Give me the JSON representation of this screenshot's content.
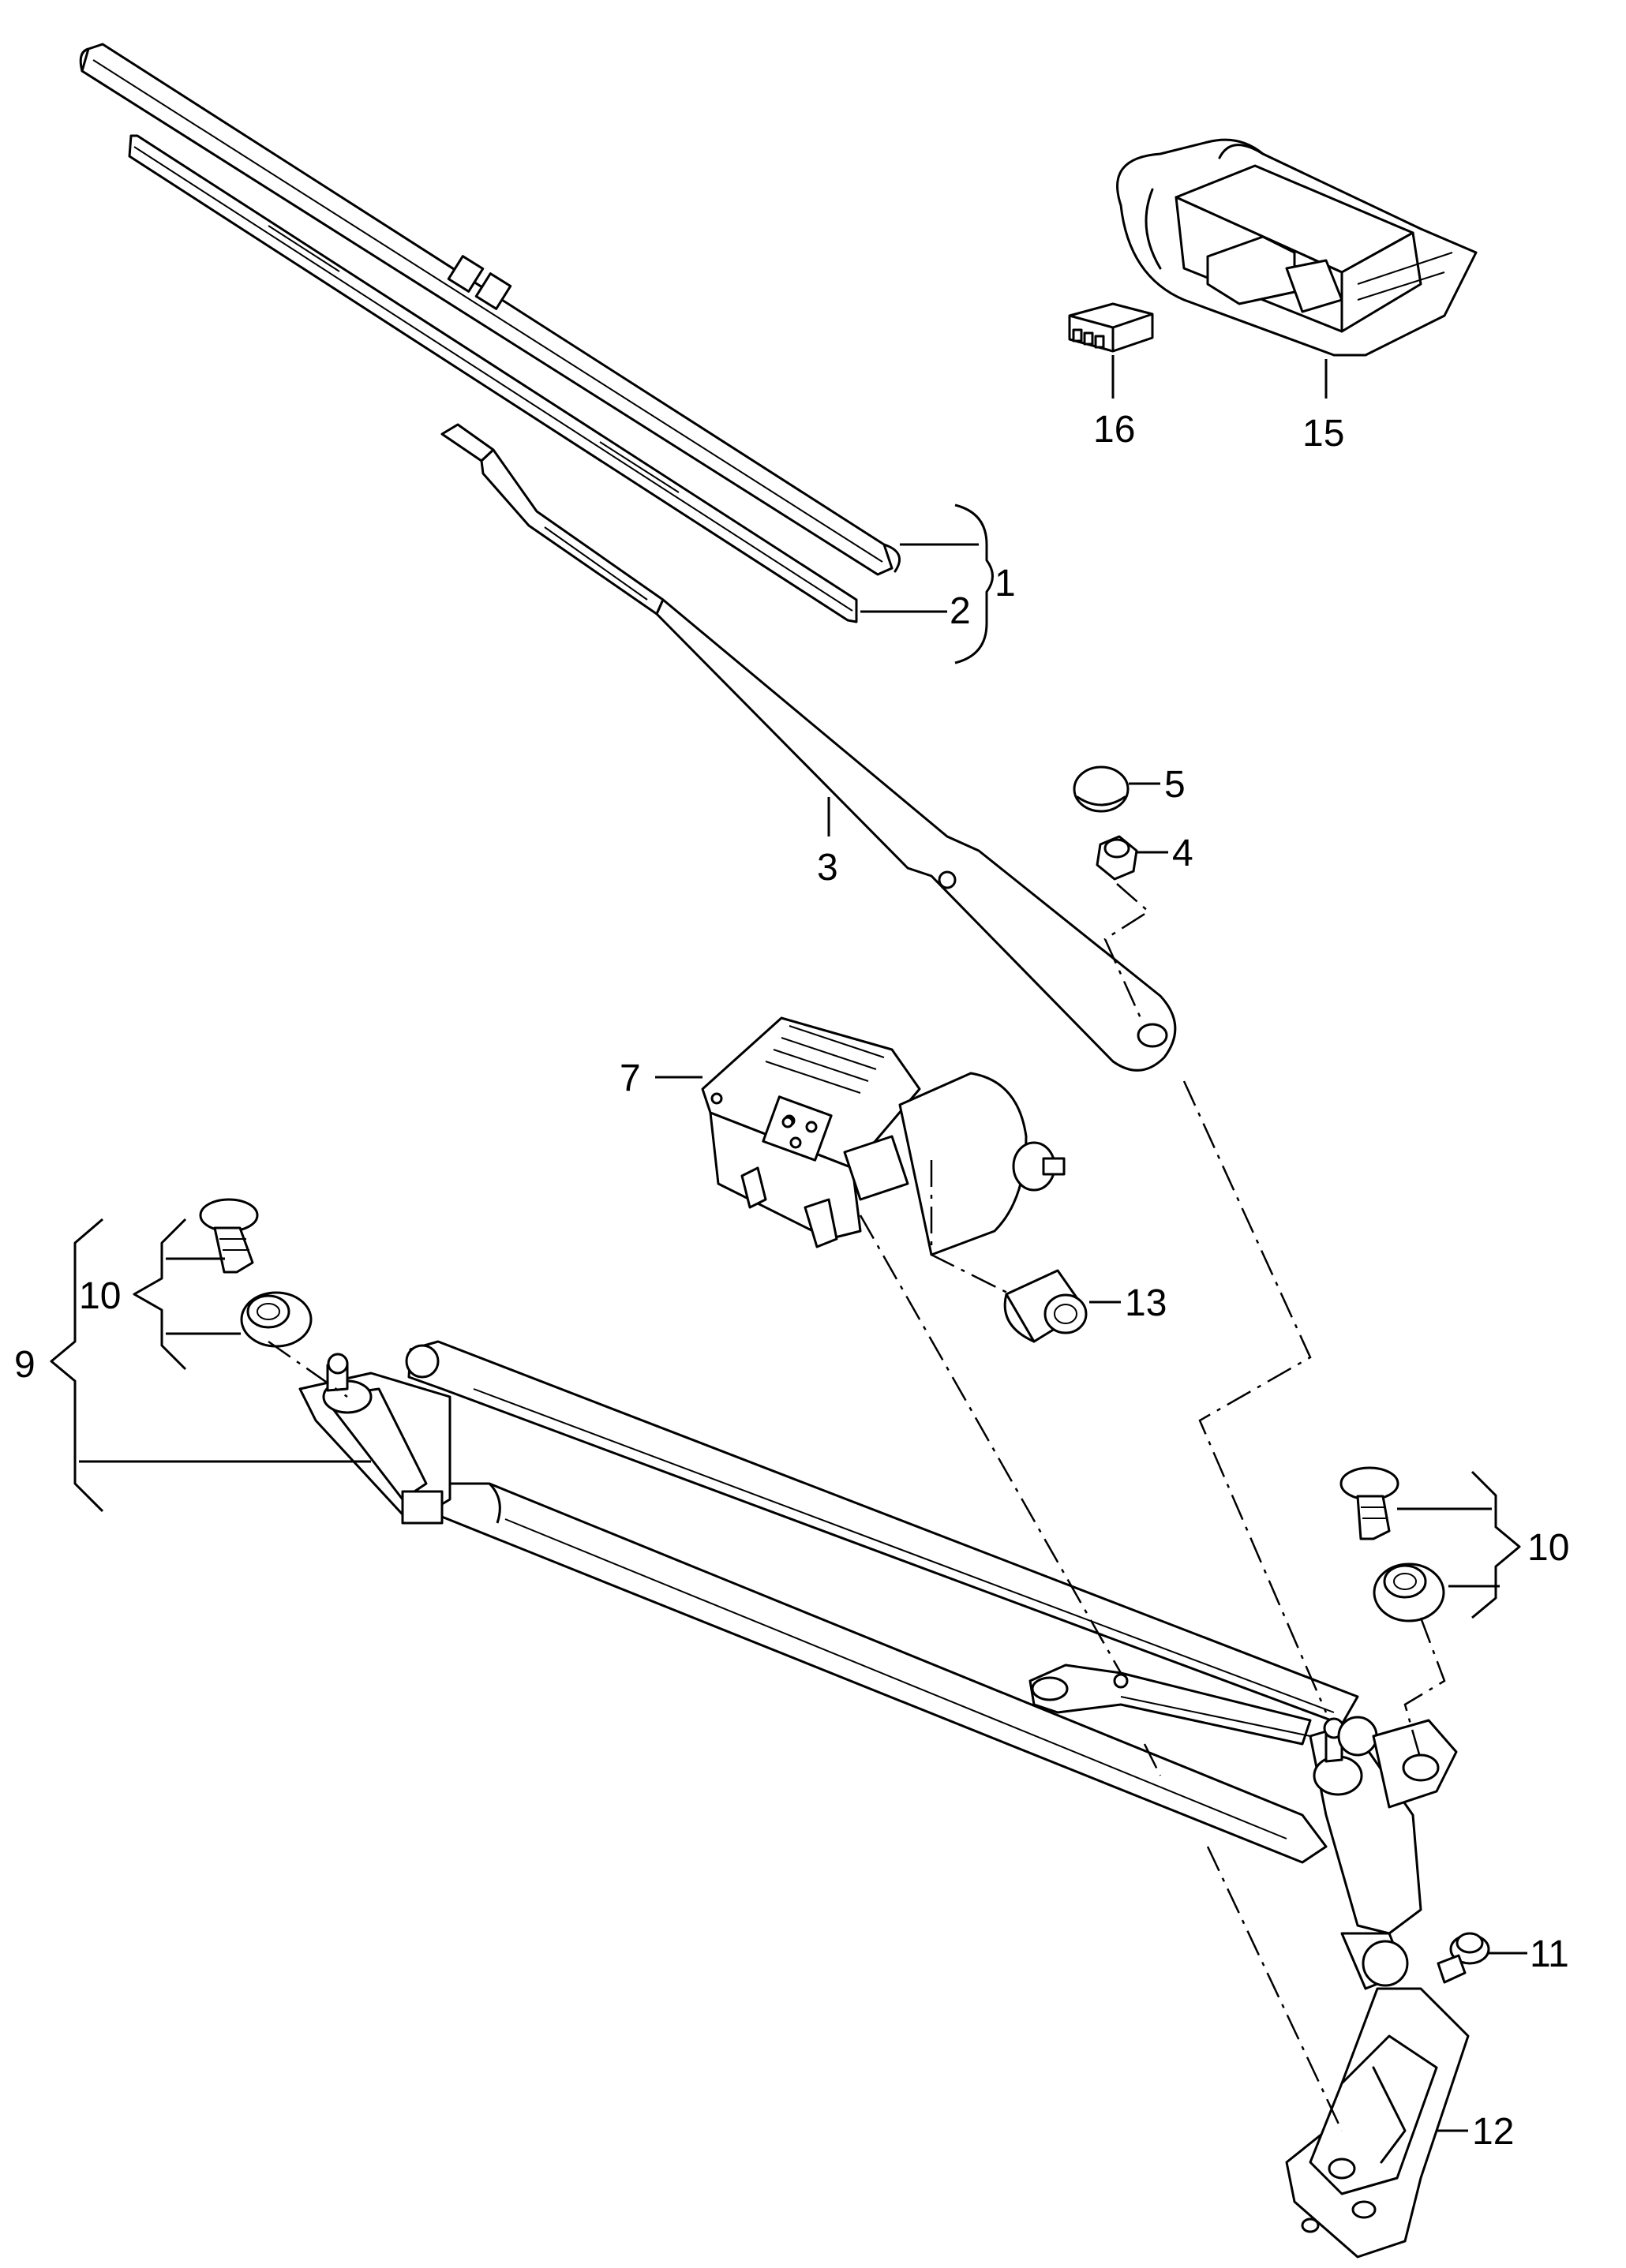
{
  "callouts": {
    "c1": "1",
    "c2": "2",
    "c3": "3",
    "c4": "4",
    "c5": "5",
    "c7": "7",
    "c9": "9",
    "c10_left": "10",
    "c10_right": "10",
    "c11": "11",
    "c12": "12",
    "c13": "13",
    "c15": "15",
    "c16": "16"
  }
}
